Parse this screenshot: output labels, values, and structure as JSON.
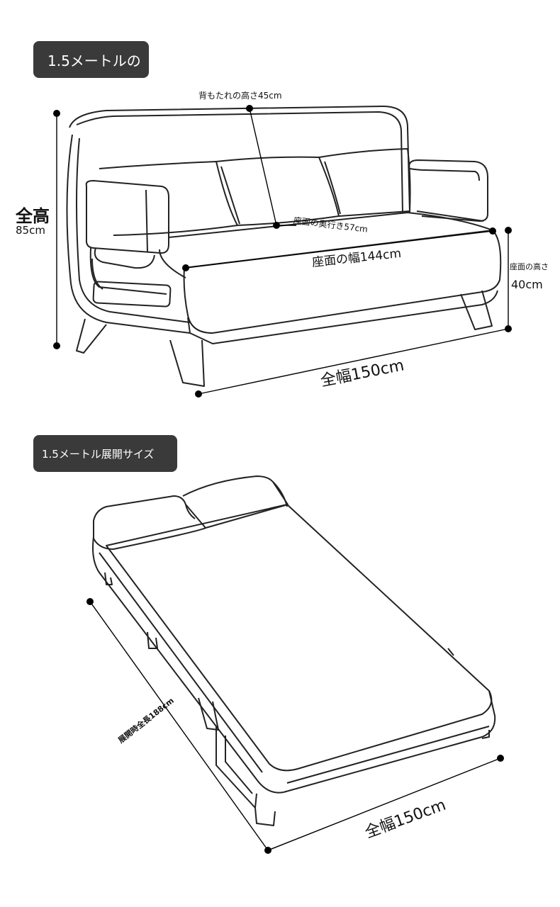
{
  "sofa_section": {
    "badge_label": "1.5メートルの",
    "dims": {
      "backrest_height": "背もたれの高さ45cm",
      "total_height_label": "全高",
      "total_height_value": "85cm",
      "seat_depth": "座面の奥行き57cm",
      "seat_width": "座面の幅144cm",
      "seat_height_label": "座面の高さ",
      "seat_height_value": "40cm",
      "total_width": "全幅150cm"
    }
  },
  "bed_section": {
    "badge_label": "1.5メートル展開サイズ",
    "dims": {
      "unfolded_length": "展開時全長188cm",
      "total_width": "全幅150cm"
    }
  }
}
